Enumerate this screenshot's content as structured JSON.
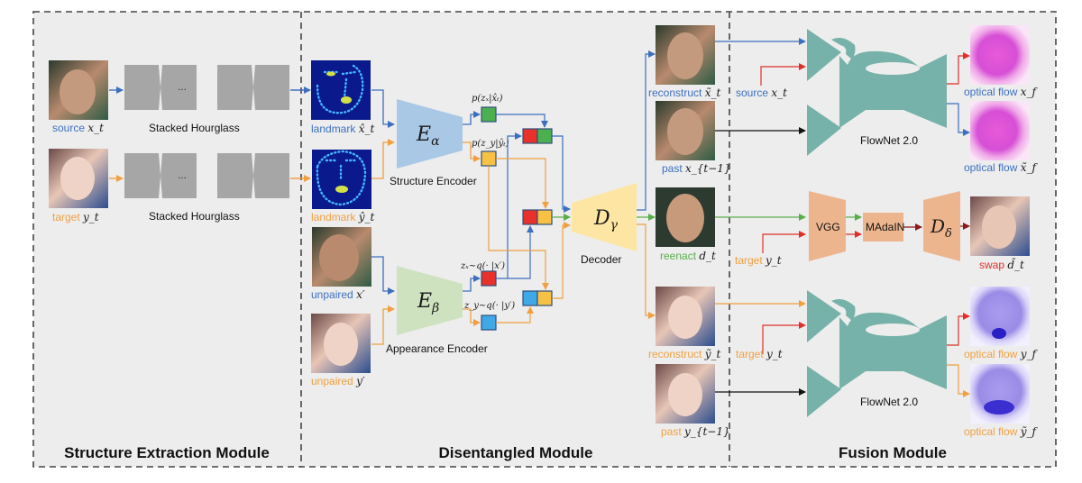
{
  "modules": [
    {
      "title": "Structure Extraction Module"
    },
    {
      "title": "Disentangled Module"
    },
    {
      "title": "Fusion Module"
    }
  ],
  "structure_extraction": {
    "source_label": "source",
    "source_var": "x_t",
    "target_label": "target",
    "target_var": "y_t",
    "hourglass_label": "Stacked Hourglass",
    "ellipsis": "..."
  },
  "disentangled": {
    "landmark_x_label": "landmark",
    "landmark_x_var": "x̂_t",
    "landmark_y_label": "landmark",
    "landmark_y_var": "ŷ_t",
    "unpaired_x_label": "unpaired",
    "unpaired_x_var": "x′",
    "unpaired_y_label": "unpaired",
    "unpaired_y_var": "y′",
    "structure_encoder_symbol": "E",
    "structure_encoder_sub": "α",
    "structure_encoder_label": "Structure Encoder",
    "appearance_encoder_symbol": "E",
    "appearance_encoder_sub": "β",
    "appearance_encoder_label": "Appearance Encoder",
    "pzx_label": "p(zₓ|x̂ₜ)",
    "pzy_label": "p(z_y|ŷₜ)",
    "qzx_label": "zₓ~q(· |x′)",
    "qzy_label": "z_y~q(· |y′)",
    "decoder_symbol": "D",
    "decoder_sub": "γ",
    "decoder_label": "Decoder",
    "reconstruct_x_label": "reconstruct",
    "reconstruct_x_var": "x̃_t",
    "past_x_label": "past",
    "past_x_var": "x_{t−1}",
    "reenact_label": "reenact",
    "reenact_var": "d_t",
    "reconstruct_y_label": "reconstruct",
    "reconstruct_y_var": "ỹ_t",
    "past_y_label": "past",
    "past_y_var": "y_{t−1}"
  },
  "fusion": {
    "source_label": "source",
    "source_var": "x_t",
    "target_label_mid": "target",
    "target_var_mid": "y_t",
    "target_label_bot": "target",
    "target_var_bot": "y_t",
    "flownet_top_label": "FlowNet 2.0",
    "flownet_bot_label": "FlowNet 2.0",
    "vgg_label": "VGG",
    "madain_label": "MAdaIN",
    "dec_symbol": "D",
    "dec_sub": "δ",
    "swap_label": "swap",
    "swap_var": "d̄_t",
    "flow_xf_label": "optical flow",
    "flow_xf_var": "x_f",
    "flow_xf_tilde_label": "optical flow",
    "flow_xf_tilde_var": "x̃_f",
    "flow_yf_label": "optical flow",
    "flow_yf_var": "y_f",
    "flow_yf_tilde_label": "optical flow",
    "flow_yf_tilde_var": "ỹ_f"
  },
  "colors": {
    "blue": "#3d6fbf",
    "orange": "#f0a040",
    "green": "#5aae4a",
    "red": "#e0302a",
    "teal": "#76b2a9",
    "encoder_blue": "#a9c8e6",
    "encoder_green": "#cfe2c0",
    "decoder_yellow": "#fde6a3",
    "fusion_orange": "#edb58e",
    "hourglass_gray": "#a6a6a6",
    "panel_bg": "#ededed"
  }
}
